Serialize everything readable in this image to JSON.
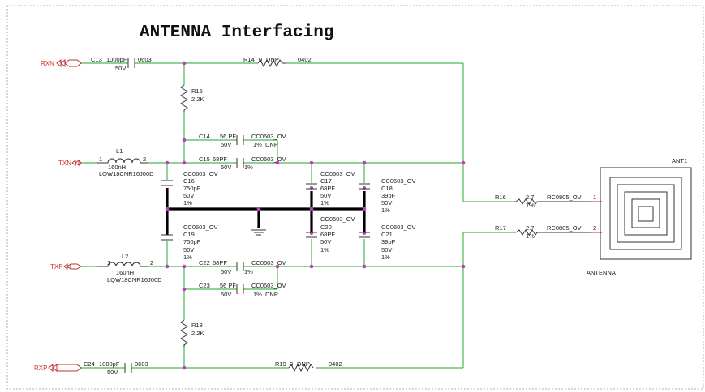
{
  "title": "ANTENNA Interfacing",
  "ports": {
    "rxn": "RXN",
    "txn": "TXN",
    "txp": "TXP",
    "rxp": "RXP"
  },
  "caps": {
    "c13": {
      "ref": "C13",
      "val": "1000pF",
      "pkg": "0603",
      "v": "50V"
    },
    "c14": {
      "ref": "C14",
      "val": "56 PF",
      "pkg": "CC0603_OV",
      "v": "50V",
      "tol": "1%",
      "note": "DNP"
    },
    "c15": {
      "ref": "C15",
      "val": "68PF",
      "pkg": "CC0603_OV",
      "v": "50V",
      "tol": "1%"
    },
    "c16": {
      "ref": "C16",
      "val": "750pF",
      "pkg": "CC0603_OV",
      "v": "50V",
      "tol": "1%"
    },
    "c17": {
      "ref": "C17",
      "val": "68PF",
      "pkg": "CC0603_OV",
      "v": "50V",
      "tol": "1%"
    },
    "c18": {
      "ref": "C18",
      "val": "39pF",
      "pkg": "CC0603_OV",
      "v": "50V",
      "tol": "1%"
    },
    "c19": {
      "ref": "C19",
      "val": "750pF",
      "pkg": "CC0603_OV",
      "v": "50V",
      "tol": "1%"
    },
    "c20": {
      "ref": "C20",
      "val": "68PF",
      "pkg": "CC0603_OV",
      "v": "50V",
      "tol": "1%"
    },
    "c21": {
      "ref": "C21",
      "val": "39pF",
      "pkg": "CC0603_OV",
      "v": "50V",
      "tol": "1%"
    },
    "c22": {
      "ref": "C22",
      "val": "68PF",
      "pkg": "CC0603_OV",
      "v": "50V",
      "tol": "1%"
    },
    "c23": {
      "ref": "C23",
      "val": "56 PF",
      "pkg": "CC0603_OV",
      "v": "50V",
      "tol": "1%",
      "note": "DNP"
    },
    "c24": {
      "ref": "C24",
      "val": "1000pF",
      "pkg": "0603",
      "v": "50V"
    }
  },
  "resistors": {
    "r14": {
      "ref": "R14",
      "val": "0",
      "note": "DNP",
      "pkg": "0402"
    },
    "r15": {
      "ref": "R15",
      "val": "2.2K"
    },
    "r16": {
      "ref": "R16",
      "val": "2.7",
      "tol": "1%",
      "pkg": "RC0805_OV"
    },
    "r17": {
      "ref": "R17",
      "val": "2.7",
      "tol": "1%",
      "pkg": "RC0805_OV"
    },
    "r18": {
      "ref": "R18",
      "val": "2.2K"
    },
    "r19": {
      "ref": "R19",
      "val": "0",
      "note": "DNP",
      "pkg": "0402"
    }
  },
  "inductors": {
    "l1": {
      "ref": "L1",
      "val": "160nH",
      "part": "LQW18CNR16J00D",
      "pin1": "1",
      "pin2": "2"
    },
    "l2": {
      "ref": "L2",
      "val": "160nH",
      "part": "LQW18CNR16J00D",
      "pin1": "1",
      "pin2": "2"
    }
  },
  "antenna": {
    "ref": "ANT1",
    "label": "ANTENNA",
    "pin1": "1",
    "pin2": "2"
  }
}
